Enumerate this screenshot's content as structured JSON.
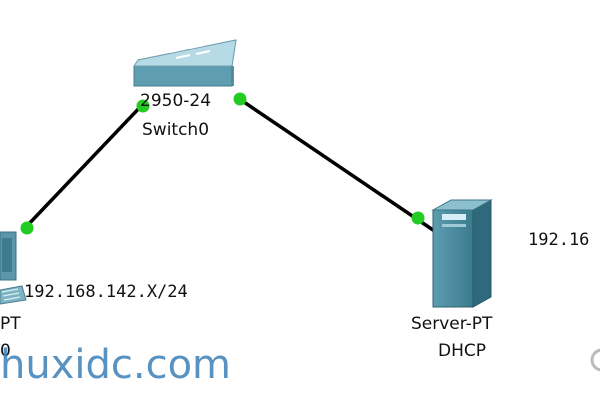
{
  "topology": {
    "switch": {
      "model": "2950-24",
      "name": "Switch0",
      "icon": "switch-icon"
    },
    "server": {
      "type": "Server-PT",
      "name": "DHCP",
      "icon": "server-icon"
    },
    "pc": {
      "type_partial": "PT",
      "name_partial": "0",
      "ip": "192.168.142.X/24",
      "icon": "pc-icon"
    },
    "server_ip_partial": "192.16",
    "link_status_color": "#22cc22",
    "cable_color": "#000000"
  },
  "watermark": {
    "text": "huxidc.com"
  }
}
